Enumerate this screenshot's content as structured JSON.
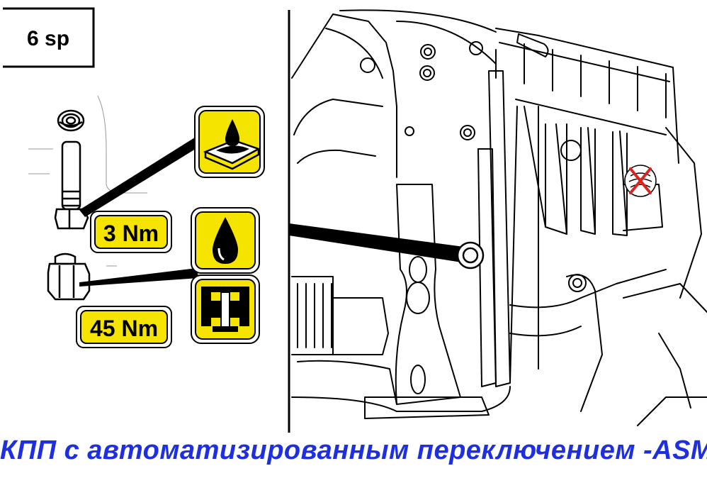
{
  "variant_label": "6 sp",
  "torque_small": "3 Nm",
  "torque_large": "45 Nm",
  "caption": "КПП с автоматизированным переключением -ASM",
  "icons": {
    "oil_pan": "oil-on-surface-icon",
    "oil_drop": "oil-drop-icon",
    "seal": "seal-gasket-icon",
    "marker": "red-x-marker-icon"
  },
  "colors": {
    "icon_fill": "#f5e400",
    "line": "#000000",
    "caption": "#1d2fe0",
    "marker": "#d9251d"
  }
}
